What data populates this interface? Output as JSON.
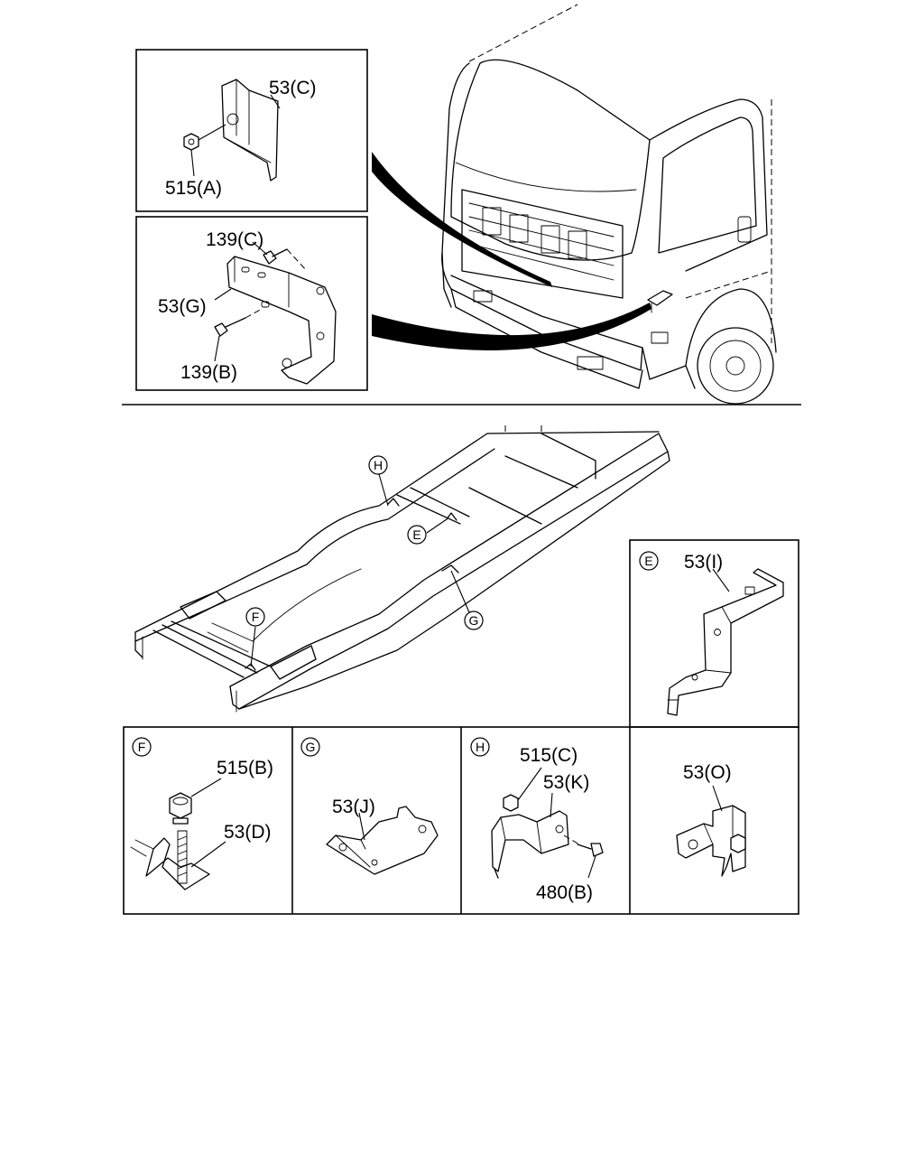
{
  "panels": {
    "a": {
      "part_label": "53(C)",
      "fastener_label": "515(A)"
    },
    "b": {
      "bolt_top_label": "139(C)",
      "bracket_label": "53(G)",
      "bolt_bottom_label": "139(B)"
    },
    "e": {
      "ref": "E",
      "bracket_label": "53(I)"
    },
    "f": {
      "ref": "F",
      "nut_label": "515(B)",
      "bracket_label": "53(D)"
    },
    "g": {
      "ref": "G",
      "bracket_label": "53(J)"
    },
    "h": {
      "ref": "H",
      "nut_label": "515(C)",
      "bracket_label": "53(K)",
      "bolt_label": "480(B)"
    },
    "o": {
      "bracket_label": "53(O)"
    }
  },
  "frame_refs": {
    "h": "H",
    "e": "E",
    "f": "F",
    "g": "G"
  }
}
